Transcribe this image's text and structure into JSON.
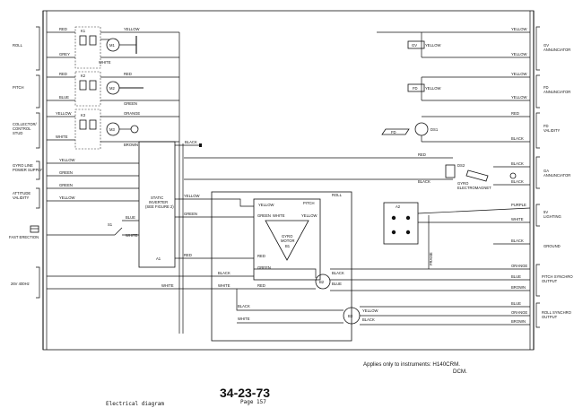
{
  "left_labels": {
    "roll": "ROLL",
    "pitch": "PITCH",
    "collector_control": "COLLECTOR/\nCONTROL\nSTUD",
    "gyro_power": "GYRO LINE\nPOWER SUPPLY",
    "attitude": "ATTITUDE\nVALIDITY",
    "fast_erection": "FAST ERECTION",
    "ac_input": "26V 400Hz"
  },
  "right_labels": {
    "gv": "GV\nANNUNCIATOR",
    "fd": "FD\nANNUNCIATOR",
    "fd_validity": "FD\nVALIDITY",
    "ga": "GA\nANNUNCIATOR",
    "lighting": "5V\nLIGHTING",
    "ground": "GROUND",
    "pitch_synchro": "PITCH SYNCHRO\nOUTPUT",
    "roll_synchro": "ROLL SYNCHRO\nOUTPUT"
  },
  "wires": {
    "red": "RED",
    "grey": "GREY",
    "white": "WHITE",
    "yellow": "YELLOW",
    "blue": "BLUE",
    "green": "GREEN",
    "orange": "ORANGE",
    "brown": "BROWN",
    "black": "BLACK",
    "purple": "PURPLE"
  },
  "components": {
    "m1": "M1",
    "m2": "M2",
    "m3": "M3",
    "ds1": "DS1",
    "ds2": "DS2",
    "a1": "A1",
    "a2": "A2",
    "b1": "B1",
    "b2": "B2",
    "b3": "B3",
    "s1": "S1",
    "static_inverter": "STATIC\nINVERTER",
    "inverter_ref": "(SEE FIGURE 2)",
    "roll_block": "ROLL",
    "pitch_block": "PITCH",
    "gyro_motor": "GYRO\nMOTOR",
    "gyro_em": "GYRO\nELECTROMAGNET",
    "frame": "FRAME",
    "k1": "K1",
    "k2": "K2",
    "k3": "K3",
    "fd_flag": "FD",
    "gv_flag": "GV"
  },
  "footer": {
    "note": "Applies only to instruments:  H140CRM.",
    "note2": "DCM.",
    "doc_number": "34-23-73",
    "page": "Page 157",
    "caption": "Electrical diagram"
  }
}
